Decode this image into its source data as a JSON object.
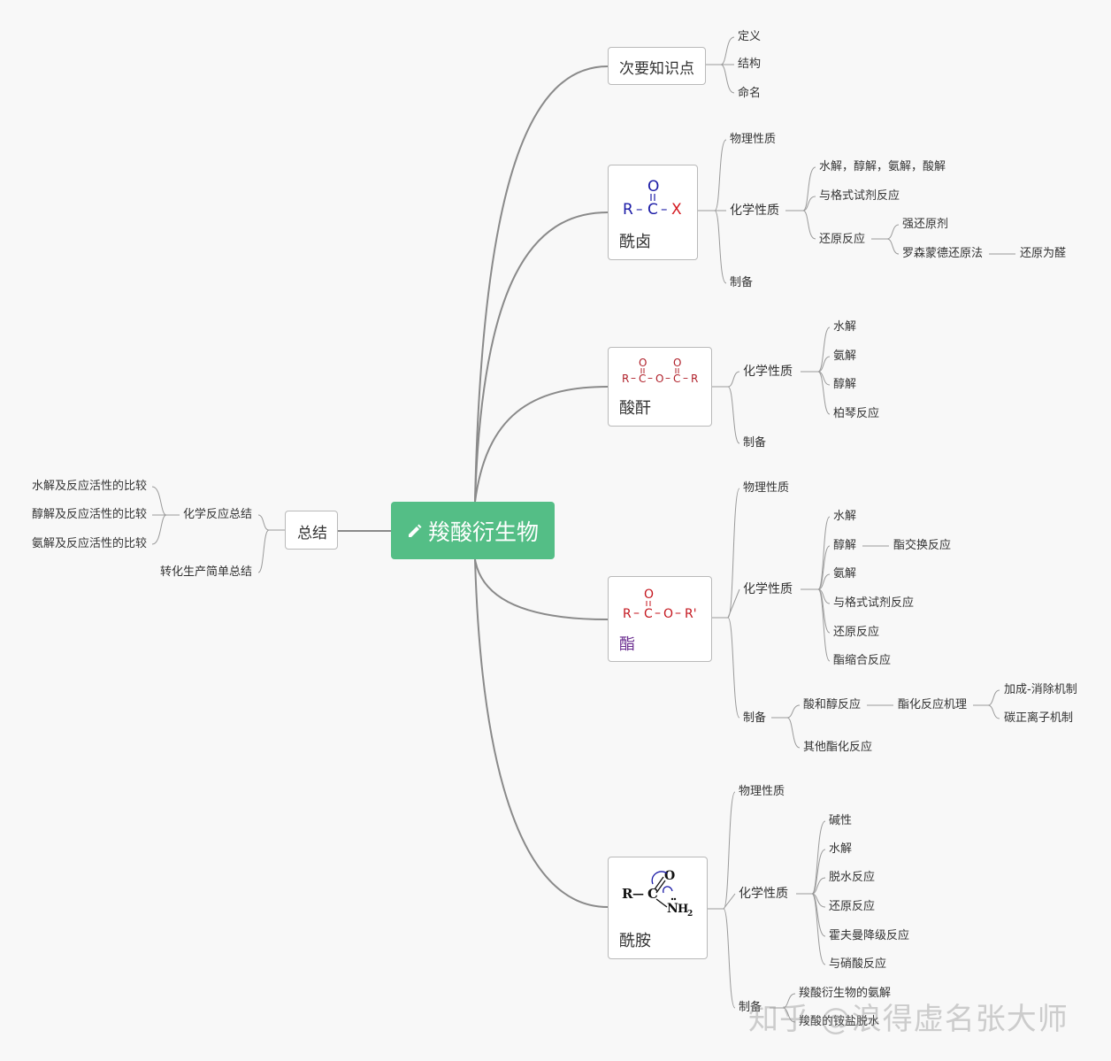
{
  "root": {
    "title": "羧酸衍生物",
    "icon": "pencil-icon"
  },
  "minor": {
    "title": "次要知识点",
    "items": [
      "定义",
      "结构",
      "命名"
    ]
  },
  "acyl_halide": {
    "title": "酰卤",
    "formula": {
      "r": "R",
      "c": "C",
      "o": "O",
      "x": "X",
      "dash1": "–",
      "dash2": "–"
    },
    "physical": "物理性质",
    "chemical": "化学性质",
    "chem_items": [
      "水解，醇解，氨解，酸解",
      "与格式试剂反应",
      "还原反应"
    ],
    "reduction": [
      "强还原剂",
      "罗森蒙德还原法"
    ],
    "rosenmund_result": "还原为醛",
    "prep": "制备"
  },
  "anhydride": {
    "title": "酸酐",
    "formula": {
      "r": "R",
      "c": "C",
      "o": "O",
      "dash": "–"
    },
    "chemical": "化学性质",
    "chem_items": [
      "水解",
      "氨解",
      "醇解",
      "柏琴反应"
    ],
    "prep": "制备"
  },
  "ester": {
    "title": "酯",
    "formula": {
      "r": "R",
      "c": "C",
      "o": "O",
      "rp": "R'",
      "dash": "–"
    },
    "physical": "物理性质",
    "chemical": "化学性质",
    "chem_items": [
      "水解",
      "醇解",
      "氨解",
      "与格式试剂反应",
      "还原反应",
      "酯缩合反应"
    ],
    "alcoholysis_sub": "酯交换反应",
    "prep": "制备",
    "prep_items": [
      "酸和醇反应",
      "其他酯化反应"
    ],
    "mechanism": "酯化反应机理",
    "mechanism_items": [
      "加成-消除机制",
      "碳正离子机制"
    ]
  },
  "amide": {
    "title": "酰胺",
    "formula": {
      "r": "R",
      "c": "C",
      "o": "O",
      "n": "N",
      "h": "H",
      "sub2": "2",
      "dash": "—"
    },
    "physical": "物理性质",
    "chemical": "化学性质",
    "chem_items": [
      "碱性",
      "水解",
      "脱水反应",
      "还原反应",
      "霍夫曼降级反应",
      "与硝酸反应"
    ],
    "prep": "制备",
    "prep_items": [
      "羧酸衍生物的氨解",
      "羧酸的铵盐脱水"
    ]
  },
  "summary": {
    "title": "总结",
    "reaction_summary": "化学反应总结",
    "reaction_items": [
      "水解及反应活性的比较",
      "醇解及反应活性的比较",
      "氨解及反应活性的比较"
    ],
    "conversion": "转化生产简单总结"
  },
  "watermark": "知乎 @浪得虚名张大师",
  "colors": {
    "root_bg": "#54be86",
    "line": "#8a8a8a",
    "formula_blue": "#1a1aa6",
    "formula_red": "#d4181f",
    "ester_title": "#6a2c8f"
  }
}
